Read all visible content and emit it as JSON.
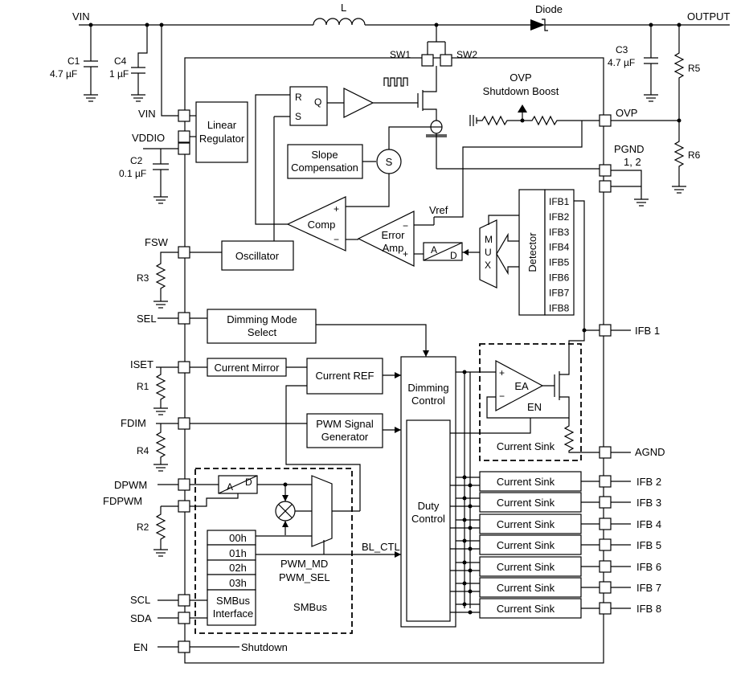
{
  "top": {
    "vin": "VIN",
    "inductor": "L",
    "diode": "Diode",
    "output": "OUTPUT",
    "sw1": "SW1",
    "sw2": "SW2"
  },
  "caps": {
    "c1": "C1",
    "c1_val": "4.7 µF",
    "c4": "C4",
    "c4_val": "1 µF",
    "c2": "C2",
    "c2_val": "0.1 µF",
    "c3": "C3",
    "c3_val": "4.7 µF"
  },
  "resistors": {
    "r5": "R5",
    "r6": "R6",
    "r3": "R3",
    "r1": "R1",
    "r4": "R4",
    "r2": "R2"
  },
  "left_pins": {
    "vin": "VIN",
    "vddio": "VDDIO",
    "fsw": "FSW",
    "sel": "SEL",
    "iset": "ISET",
    "fdim": "FDIM",
    "dpwm": "DPWM",
    "fdpwm": "FDPWM",
    "scl": "SCL",
    "sda": "SDA",
    "en": "EN"
  },
  "right_pins": {
    "ovp": "OVP",
    "pgnd": "PGND",
    "pgnd_num": "1, 2",
    "ifb1": "IFB 1",
    "agnd": "AGND",
    "ifb2": "IFB 2",
    "ifb3": "IFB 3",
    "ifb4": "IFB 4",
    "ifb5": "IFB 5",
    "ifb6": "IFB 6",
    "ifb7": "IFB 7",
    "ifb8": "IFB 8"
  },
  "blocks": {
    "linear_reg_1": "Linear",
    "linear_reg_2": "Regulator",
    "sr_r": "R",
    "sr_s": "S",
    "sr_q": "Q",
    "slope_1": "Slope",
    "slope_2": "Compensation",
    "sum_s": "S",
    "comp": "Comp",
    "error_1": "Error",
    "error_2": "Amp",
    "vref": "Vref",
    "oscillator": "Oscillator",
    "ad_a": "A",
    "ad_d": "D",
    "mux_m": "M",
    "mux_u": "U",
    "mux_x": "X",
    "detector": "Detector",
    "dimming_mode_1": "Dimming Mode",
    "dimming_mode_2": "Select",
    "current_mirror": "Current Mirror",
    "current_ref": "Current REF",
    "pwm_gen_1": "PWM Signal",
    "pwm_gen_2": "Generator",
    "dimming_ctrl_1": "Dimming",
    "dimming_ctrl_2": "Control",
    "duty_ctrl_1": "Duty",
    "duty_ctrl_2": "Control",
    "ea": "EA",
    "en": "EN",
    "current_sink": "Current Sink",
    "ovp_title_1": "OVP",
    "ovp_title_2": "Shutdown Boost",
    "pwm_md": "PWM_MD",
    "pwm_sel": "PWM_SEL",
    "bl_ctl": "BL_CTL",
    "reg_00": "00h",
    "reg_01": "01h",
    "reg_02": "02h",
    "reg_03": "03h",
    "smbus_if_1": "SMBus",
    "smbus_if_2": "Interface",
    "smbus": "SMBus",
    "shutdown": "Shutdown",
    "dpwm_a": "A",
    "dpwm_d": "D",
    "plus": "+",
    "minus": "−"
  },
  "detector_inputs": [
    "IFB1",
    "IFB2",
    "IFB3",
    "IFB4",
    "IFB5",
    "IFB6",
    "IFB7",
    "IFB8"
  ],
  "current_sinks": [
    "Current Sink",
    "Current Sink",
    "Current Sink",
    "Current Sink",
    "Current Sink",
    "Current Sink",
    "Current Sink"
  ]
}
